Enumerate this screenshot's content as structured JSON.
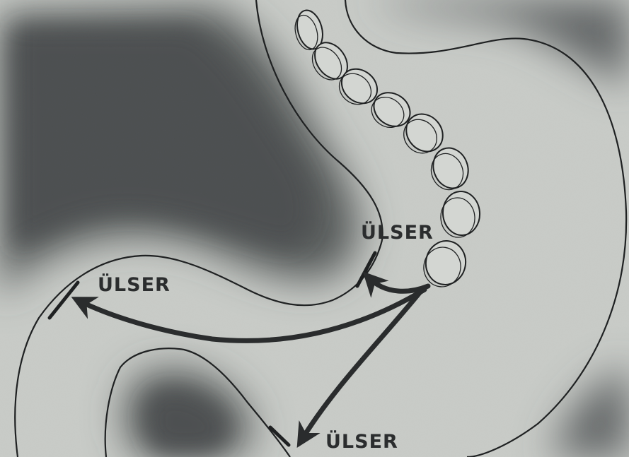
{
  "labels": {
    "upper_ulcer": "ÜLSER",
    "left_ulcer": "ÜLSER",
    "bottom_ulcer": "ÜLSER"
  },
  "colors": {
    "paper": "#c9ccc8",
    "shadow": "#4a4d4e",
    "line": "#1f2122",
    "arrow": "#2a2c2d",
    "text": "#2b2d2e"
  },
  "icons": {
    "pills": "pill-chain-icon",
    "arrows": "arrow-icon"
  }
}
